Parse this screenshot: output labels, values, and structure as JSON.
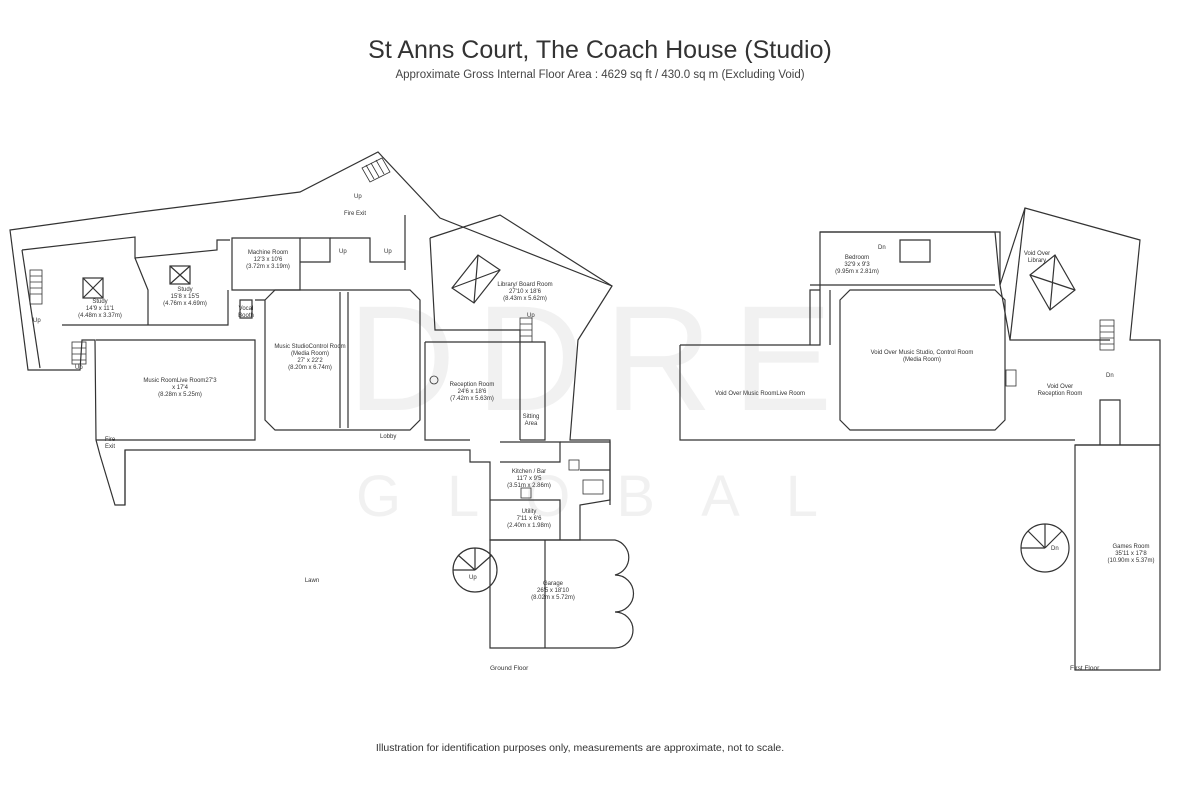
{
  "title": "St Anns Court, The Coach House (Studio)",
  "subtitle": "Approximate Gross Internal Floor Area : 4629 sq ft / 430.0 sq m (Excluding Void)",
  "footer": "Illustration for identification purposes only, measurements are approximate, not to scale.",
  "watermark": {
    "top": "DDRE",
    "bottom": "GLOBAL"
  },
  "ground_floor": {
    "label": "Ground Floor",
    "rooms": [
      {
        "id": "study1",
        "lines": [
          "Study",
          "14'9 x 11'1",
          "(4.48m x 3.37m)"
        ]
      },
      {
        "id": "study2",
        "lines": [
          "Study",
          "15'8 x 15'5",
          "(4.76m x 4.69m)"
        ]
      },
      {
        "id": "machine",
        "lines": [
          "Machine Room",
          "12'3 x 10'6",
          "(3.72m x 3.19m)"
        ]
      },
      {
        "id": "library",
        "lines": [
          "Library/ Board Room",
          "27'10 x 18'6",
          "(8.43m x 5.62m)"
        ]
      },
      {
        "id": "control",
        "lines": [
          "Music StudioControl Room",
          "(Media Room)",
          "27' x 22'2",
          "(8.20m x 6.74m)"
        ]
      },
      {
        "id": "live",
        "lines": [
          "Music RoomLive Room27'3",
          "x 17'4",
          "(8.28m x 5.25m)"
        ]
      },
      {
        "id": "reception",
        "lines": [
          "Reception Room",
          "24'6 x 18'6",
          "(7.42m x 5.63m)"
        ]
      },
      {
        "id": "sitting",
        "lines": [
          "Sitting",
          "Area"
        ]
      },
      {
        "id": "kitchen",
        "lines": [
          "Kitchen / Bar",
          "11'7 x 9'5",
          "(3.51m x 2.86m)"
        ]
      },
      {
        "id": "utility",
        "lines": [
          "Utility",
          "7'11 x 6'6",
          "(2.40m x 1.98m)"
        ]
      },
      {
        "id": "garage",
        "lines": [
          "Garage",
          "26'5 x 18'10",
          "(8.02m x 5.72m)"
        ]
      },
      {
        "id": "lawn",
        "lines": [
          "Lawn"
        ]
      }
    ],
    "labels": {
      "fire_exit_top": "Fire Exit",
      "fire_exit_left": [
        "Fire",
        "Exit"
      ],
      "vocal_booth": [
        "Vocal",
        "Booth"
      ],
      "lobby": "Lobby",
      "up": "Up"
    }
  },
  "first_floor": {
    "label": "First Floor",
    "rooms": [
      {
        "id": "bedroom",
        "lines": [
          "Bedroom",
          "32'9 x 9'3",
          "(9.95m x 2.81m)"
        ]
      },
      {
        "id": "void_library",
        "lines": [
          "Void Over",
          "Library"
        ]
      },
      {
        "id": "void_studio",
        "lines": [
          "Void Over Music Studio, Control Room",
          "(Media Room)"
        ]
      },
      {
        "id": "void_live",
        "lines": [
          "Void Over Music RoomLive Room"
        ]
      },
      {
        "id": "void_reception",
        "lines": [
          "Void Over",
          "Reception Room"
        ]
      },
      {
        "id": "games",
        "lines": [
          "Games Room",
          "35'11 x 17'8",
          "(10.90m x 5.37m)"
        ]
      }
    ],
    "labels": {
      "dn": "Dn"
    }
  }
}
